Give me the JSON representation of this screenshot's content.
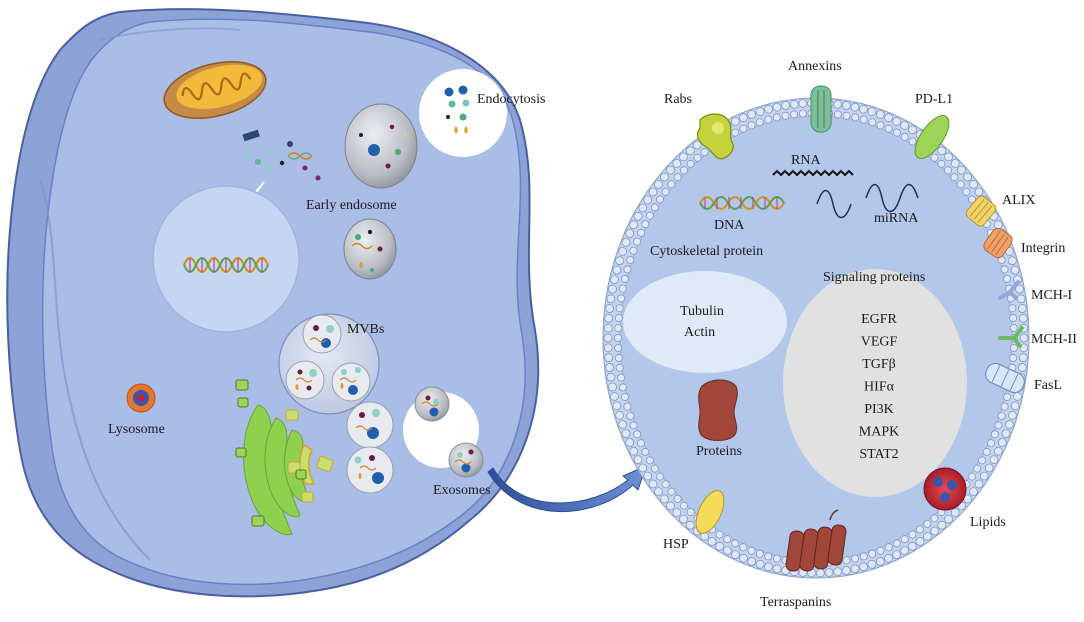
{
  "cell": {
    "endocytosis": "Endocytosis",
    "early_endosome": "Early endosome",
    "mvbs": "MVBs",
    "lysosome": "Lysosome",
    "exosomes": "Exosomes"
  },
  "exosome": {
    "annexins": "Annexins",
    "rabs": "Rabs",
    "pdl1": "PD-L1",
    "rna": "RNA",
    "dna": "DNA",
    "mirna": "miRNA",
    "alix": "ALIX",
    "integrin": "Integrin",
    "cytoskeletal_protein": "Cytoskeletal protein",
    "signaling_proteins": "Signaling proteins",
    "tubulin": "Tubulin",
    "actin": "Actin",
    "mch1": "MCH-I",
    "mch2": "MCH-II",
    "fasl": "FasL",
    "proteins": "Proteins",
    "lipids": "Lipids",
    "hsp": "HSP",
    "terraspanins": "Terraspanins",
    "signaling_list": [
      "EGFR",
      "VEGF",
      "TGFβ",
      "HIFα",
      "PI3K",
      "MAPK",
      "STAT2"
    ]
  },
  "colors": {
    "cell_fill": "#a9bde6",
    "cell_outline": "#5d72b8",
    "exosome_fill": "#b3c7ea",
    "membrane_bead": "#c9d7ee",
    "golgi": "#8fd14f",
    "mitochondria": "#e0a832",
    "proteins_blob": "#a0473a",
    "lipid_red": "#c8202e",
    "nucleus": "#c5d6f2"
  }
}
